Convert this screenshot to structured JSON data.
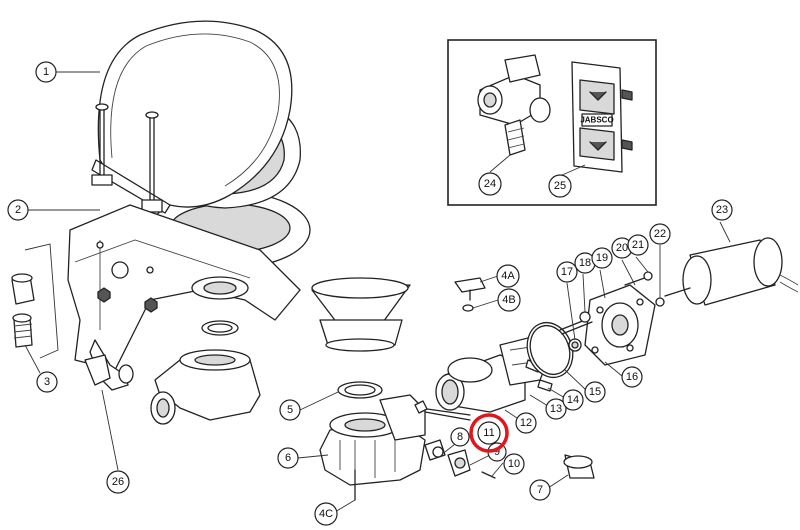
{
  "callouts": [
    {
      "id": "1",
      "label": "1"
    },
    {
      "id": "2",
      "label": "2"
    },
    {
      "id": "3",
      "label": "3"
    },
    {
      "id": "26",
      "label": "26"
    },
    {
      "id": "4A",
      "label": "4A"
    },
    {
      "id": "4B",
      "label": "4B"
    },
    {
      "id": "4C",
      "label": "4C"
    },
    {
      "id": "5",
      "label": "5"
    },
    {
      "id": "6",
      "label": "6"
    },
    {
      "id": "7",
      "label": "7"
    },
    {
      "id": "8",
      "label": "8"
    },
    {
      "id": "9",
      "label": "9"
    },
    {
      "id": "10",
      "label": "10"
    },
    {
      "id": "11",
      "label": "11"
    },
    {
      "id": "12",
      "label": "12"
    },
    {
      "id": "13",
      "label": "13"
    },
    {
      "id": "14",
      "label": "14"
    },
    {
      "id": "15",
      "label": "15"
    },
    {
      "id": "16",
      "label": "16"
    },
    {
      "id": "17",
      "label": "17"
    },
    {
      "id": "18",
      "label": "18"
    },
    {
      "id": "19",
      "label": "19"
    },
    {
      "id": "20",
      "label": "20"
    },
    {
      "id": "21",
      "label": "21"
    },
    {
      "id": "22",
      "label": "22"
    },
    {
      "id": "23",
      "label": "23"
    },
    {
      "id": "24",
      "label": "24"
    },
    {
      "id": "25",
      "label": "25"
    }
  ],
  "highlight": {
    "callout": "11",
    "color": "#e0161b"
  },
  "switch_panel": {
    "brand": "JABSCO"
  },
  "colors": {
    "line": "#222222",
    "shade": "#d9d9d9"
  }
}
